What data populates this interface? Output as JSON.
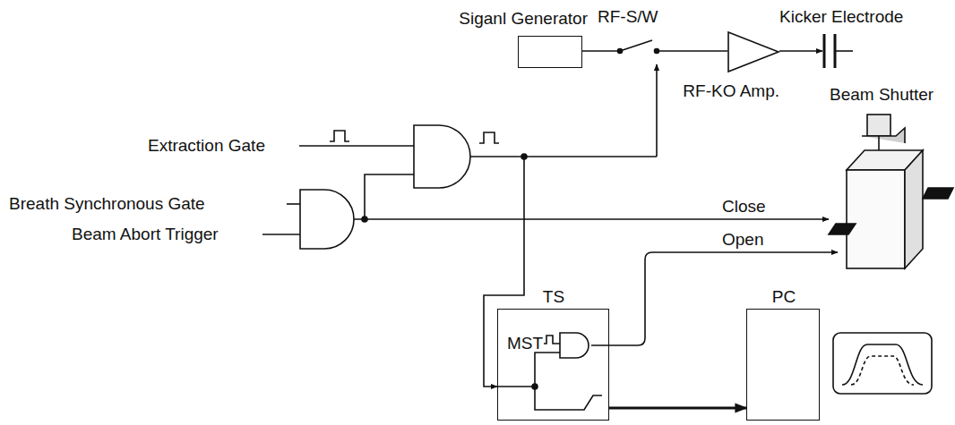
{
  "diagram": {
    "nodes": [
      {
        "text": [
          "Siganl Generator"
        ]
      },
      {
        "text": [
          "RF-KO Amp."
        ]
      },
      {
        "text": [
          "TS"
        ]
      },
      {
        "text": [
          "PC"
        ]
      }
    ],
    "edges": [
      {
        "from": 0,
        "to": 1,
        "arrow": "none"
      },
      {
        "from": 2,
        "to": 3,
        "arrow": "to"
      }
    ],
    "labels": [
      "RF-S/W",
      "Kicker Electrode",
      "Beam Shutter",
      "Extraction Gate",
      "Breath Synchronous Gate",
      "Beam Abort Trigger",
      "Close",
      "Open",
      "MST"
    ]
  }
}
